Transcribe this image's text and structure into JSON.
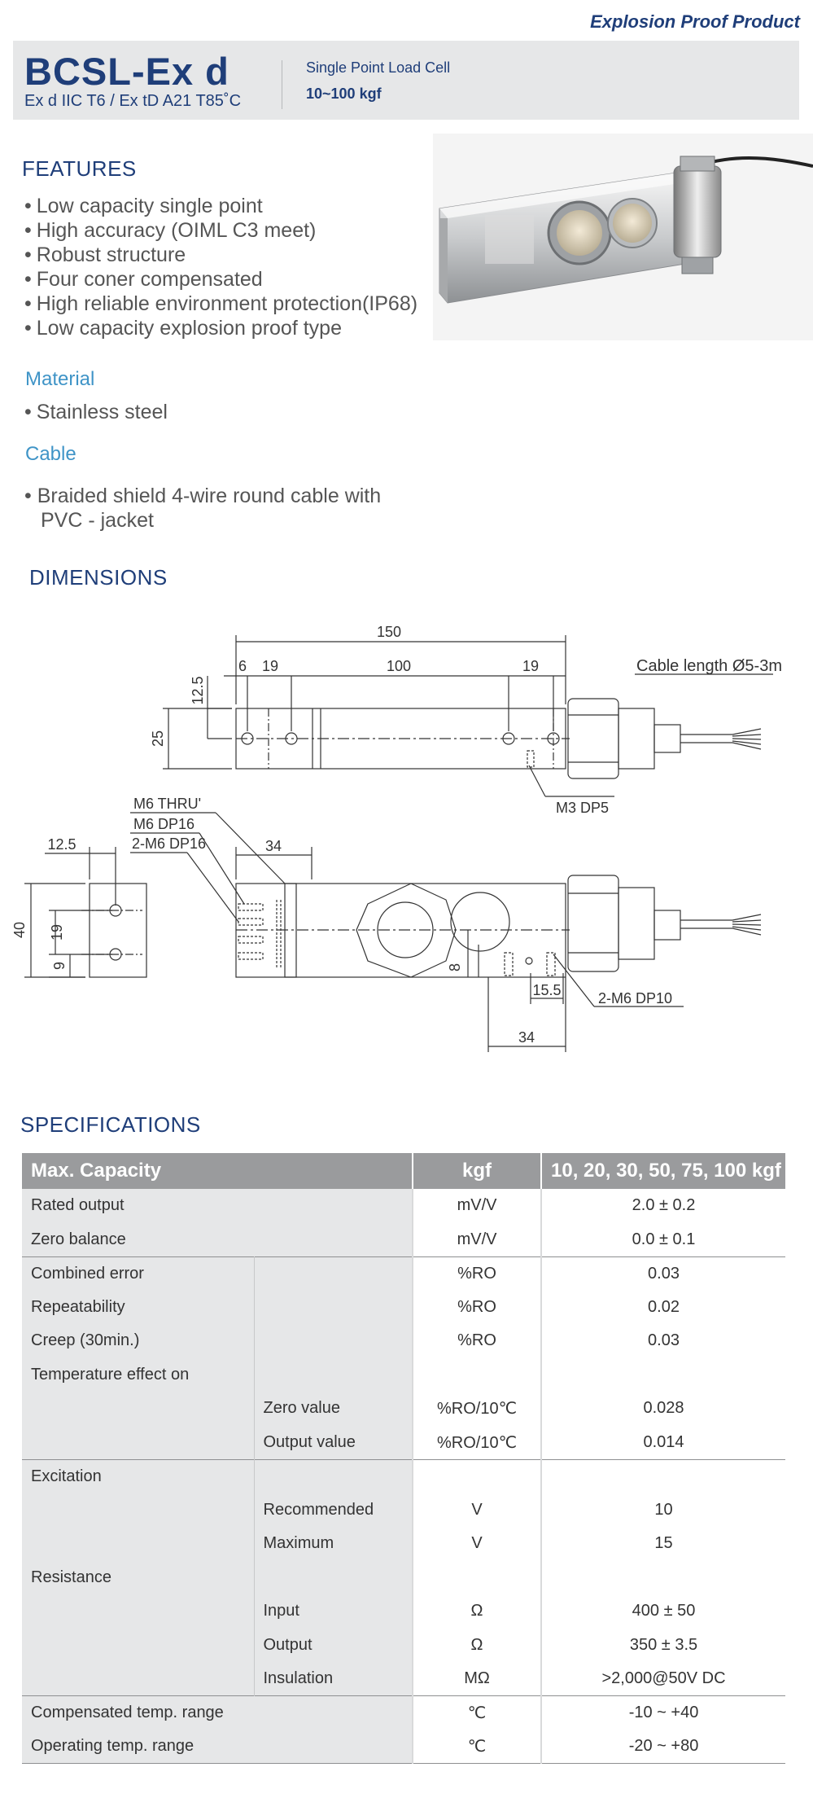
{
  "header": {
    "topline": "Explosion Proof Product",
    "model": "BCSL-Ex d",
    "model_sub": "Ex d IIC T6 / Ex tD A21 T85˚C",
    "type": "Single Point Load Cell",
    "range": "10~100 kgf"
  },
  "features": {
    "title": "FEATURES",
    "items": [
      "Low capacity single point",
      "High accuracy (OIML C3 meet)",
      "Robust structure",
      "Four coner compensated",
      "High reliable environment protection(IP68)",
      "Low capacity explosion proof type"
    ]
  },
  "material": {
    "title": "Material",
    "items": [
      "Stainless steel"
    ]
  },
  "cable": {
    "title": "Cable",
    "line1": "Braided shield 4-wire round cable with",
    "line2": "PVC - jacket"
  },
  "dimensions": {
    "title": "DIMENSIONS",
    "labels": {
      "d150": "150",
      "d6": "6",
      "d19a": "19",
      "d100": "100",
      "d19b": "19",
      "d12_5": "12.5",
      "d25": "25",
      "cable_length": "Cable length Ø5-3m",
      "m3": "M3 DP5",
      "m6thru": "M6 THRU'",
      "m6dp16": "M6 DP16",
      "m6dp16x2": "2-M6 DP16",
      "d12_5b": "12.5",
      "d34a": "34",
      "d40": "40",
      "d19c": "19",
      "d9": "9",
      "d8": "8",
      "d15_5": "15.5",
      "m6dp10": "2-M6 DP10",
      "d34b": "34"
    }
  },
  "specifications": {
    "title": "SPECIFICATIONS",
    "head": {
      "label": "Max. Capacity",
      "unit": "kgf",
      "value": "10, 20, 30, 50, 75, 100 kgf"
    },
    "rows": {
      "rated_output": {
        "label": "Rated output",
        "unit": "mV/V",
        "value": "2.0 ± 0.2"
      },
      "zero_balance": {
        "label": "Zero balance",
        "unit": "mV/V",
        "value": "0.0 ± 0.1"
      },
      "combined_error": {
        "label": "Combined error",
        "unit": "%RO",
        "value": "0.03"
      },
      "repeatability": {
        "label": "Repeatability",
        "unit": "%RO",
        "value": "0.02"
      },
      "creep": {
        "label": "Creep (30min.)",
        "unit": "%RO",
        "value": "0.03"
      },
      "temp_effect": {
        "label": "Temperature effect on"
      },
      "zero_value": {
        "label": "Zero value",
        "unit": "%RO/10℃",
        "value": "0.028"
      },
      "output_value": {
        "label": "Output  value",
        "unit": "%RO/10℃",
        "value": "0.014"
      },
      "excitation": {
        "label": "Excitation"
      },
      "recommended": {
        "label": "Recommended",
        "unit": "V",
        "value": "10"
      },
      "maximum": {
        "label": "Maximum",
        "unit": "V",
        "value": "15"
      },
      "resistance": {
        "label": "Resistance"
      },
      "input": {
        "label": "Input",
        "unit": "Ω",
        "value": "400 ± 50"
      },
      "output": {
        "label": "Output",
        "unit": "Ω",
        "value": "350 ± 3.5"
      },
      "insulation": {
        "label": "Insulation",
        "unit": "MΩ",
        "value": ">2,000@50V DC"
      },
      "comp_temp": {
        "label": "Compensated temp. range",
        "unit": "℃",
        "value": "-10 ~ +40"
      },
      "oper_temp": {
        "label": "Operating temp. range",
        "unit": "℃",
        "value": "-20 ~ +80"
      }
    }
  }
}
